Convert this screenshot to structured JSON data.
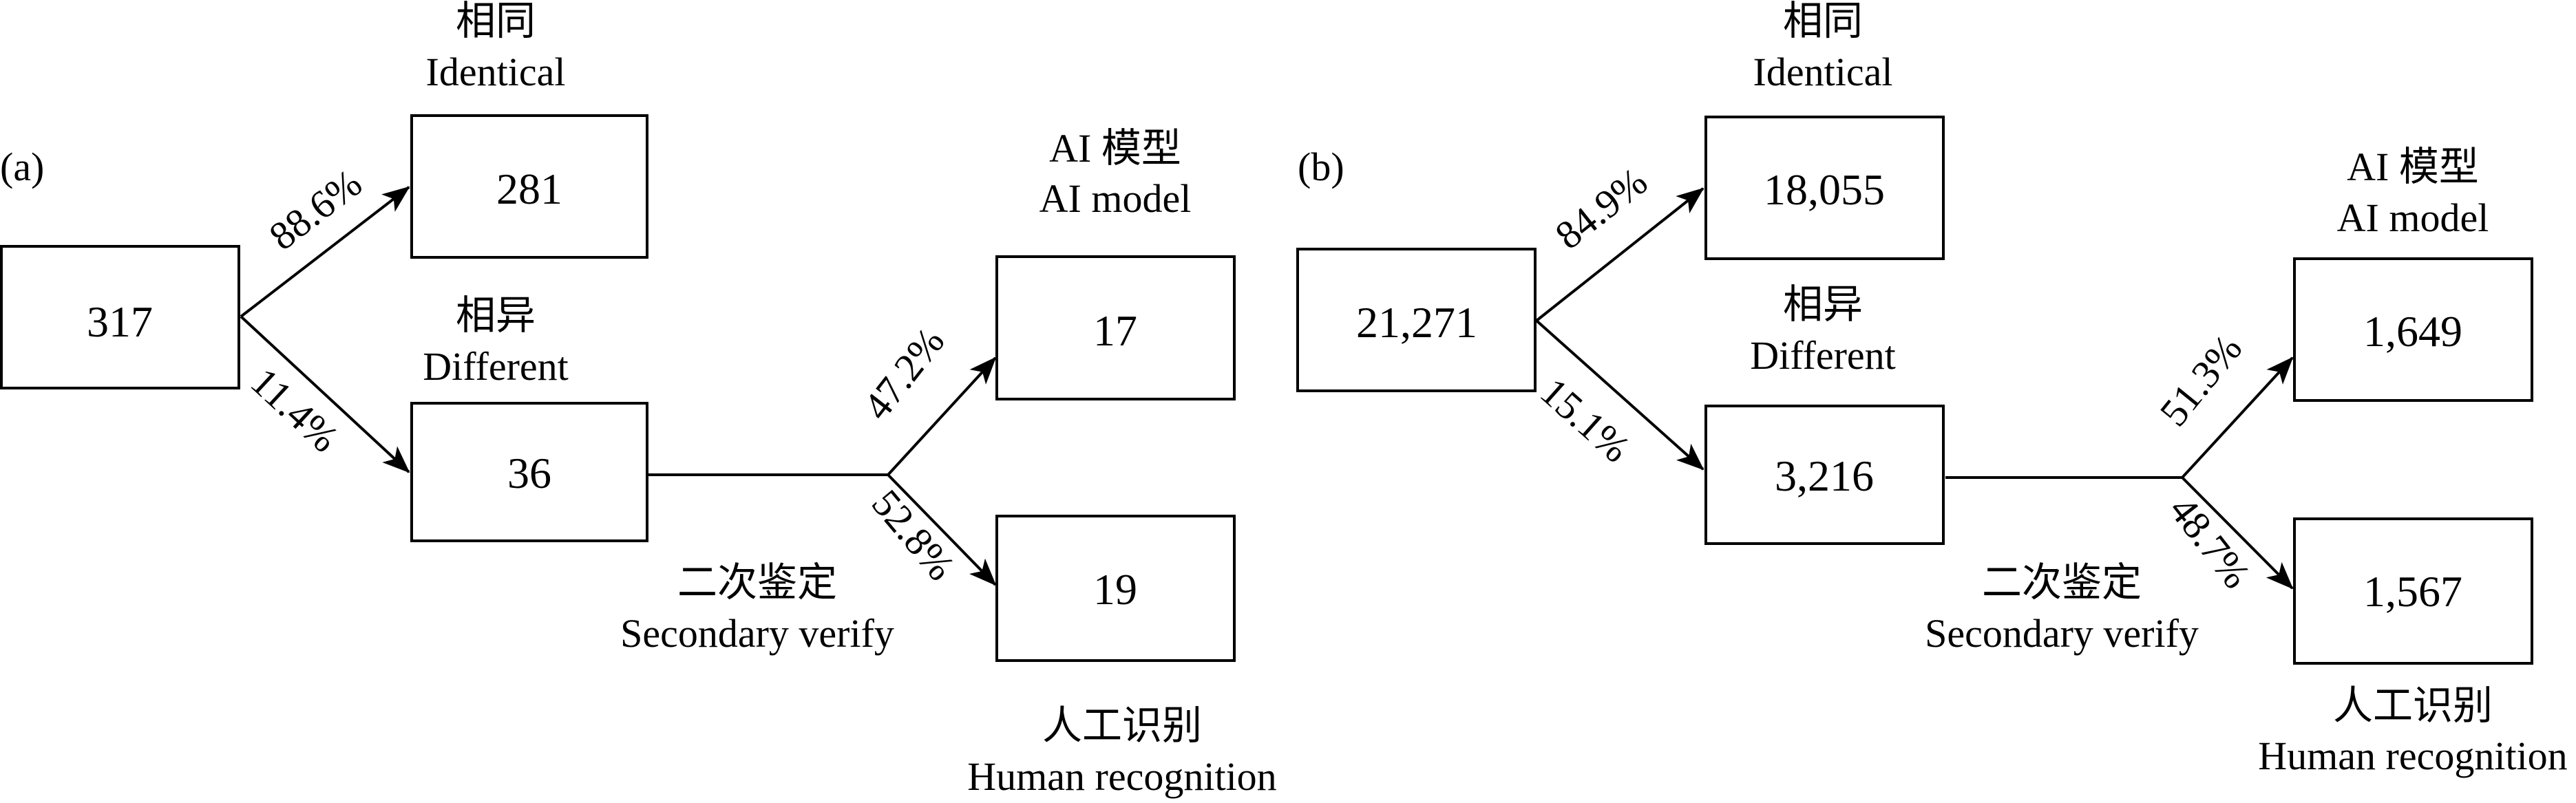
{
  "panels": [
    {
      "label": "(a)",
      "total": "317",
      "identical": {
        "zh": "相同",
        "en": "Identical",
        "count": "281",
        "percent": "88.6%"
      },
      "different": {
        "zh": "相异",
        "en": "Different",
        "count": "36",
        "percent": "11.4%"
      },
      "secondary": {
        "zh": "二次鉴定",
        "en": "Secondary verify"
      },
      "ai_model": {
        "zh": "AI 模型",
        "en": "AI model",
        "count": "17",
        "percent": "47.2%"
      },
      "human": {
        "zh": "人工识别",
        "en": "Human recognition",
        "count": "19",
        "percent": "52.8%"
      }
    },
    {
      "label": "(b)",
      "total": "21,271",
      "identical": {
        "zh": "相同",
        "en": "Identical",
        "count": "18,055",
        "percent": "84.9%"
      },
      "different": {
        "zh": "相异",
        "en": "Different",
        "count": "3,216",
        "percent": "15.1%"
      },
      "secondary": {
        "zh": "二次鉴定",
        "en": "Secondary verify"
      },
      "ai_model": {
        "zh": "AI 模型",
        "en": "AI model",
        "count": "1,649",
        "percent": "51.3%"
      },
      "human": {
        "zh": "人工识别",
        "en": "Human recognition",
        "count": "1,567",
        "percent": "48.7%"
      }
    }
  ]
}
